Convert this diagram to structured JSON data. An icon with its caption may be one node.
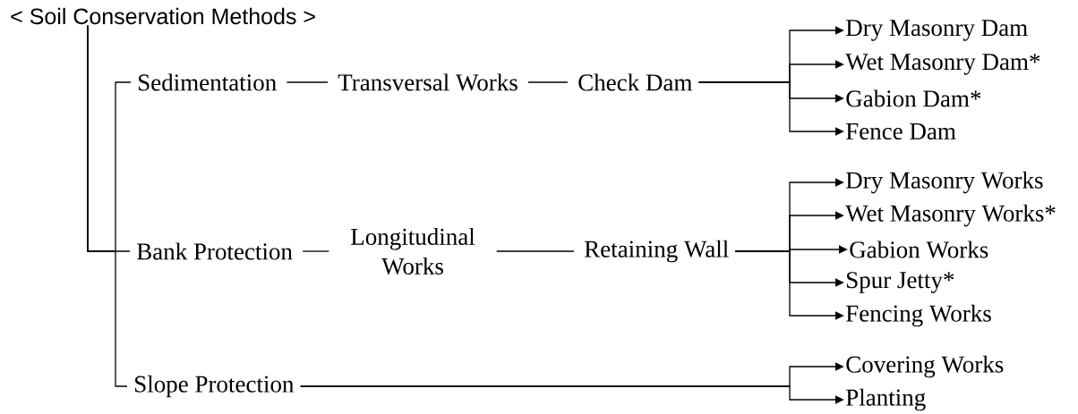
{
  "diagram": {
    "nodes": [
      {
        "text": [
          "< Soil Conservation Methods >"
        ]
      },
      {
        "text": [
          "Sedimentation"
        ]
      },
      {
        "text": [
          "Transversal Works"
        ]
      },
      {
        "text": [
          "Check Dam"
        ]
      },
      {
        "text": [
          "Dry Masonry Dam"
        ]
      },
      {
        "text": [
          "Wet Masonry Dam*"
        ]
      },
      {
        "text": [
          "Gabion Dam*"
        ]
      },
      {
        "text": [
          "Fence Dam"
        ]
      },
      {
        "text": [
          "Bank Protection"
        ]
      },
      {
        "text": [
          "Longitudinal Works"
        ]
      },
      {
        "text": [
          "Retaining Wall"
        ]
      },
      {
        "text": [
          "Dry Masonry Works"
        ]
      },
      {
        "text": [
          "Wet Masonry Works*"
        ]
      },
      {
        "text": [
          "Gabion Works"
        ]
      },
      {
        "text": [
          "Spur Jetty*"
        ]
      },
      {
        "text": [
          "Fencing Works"
        ]
      },
      {
        "text": [
          "Slope Protection"
        ]
      },
      {
        "text": [
          "Covering Works"
        ]
      },
      {
        "text": [
          "Planting"
        ]
      }
    ],
    "edges": [
      {
        "from": 0,
        "to": 1,
        "arrow": "none"
      },
      {
        "from": 0,
        "to": 8,
        "arrow": "none"
      },
      {
        "from": 0,
        "to": 16,
        "arrow": "none"
      },
      {
        "from": 1,
        "to": 2,
        "arrow": "none"
      },
      {
        "from": 2,
        "to": 3,
        "arrow": "none"
      },
      {
        "from": 3,
        "to": 4,
        "arrow": "to"
      },
      {
        "from": 3,
        "to": 5,
        "arrow": "to"
      },
      {
        "from": 3,
        "to": 6,
        "arrow": "to"
      },
      {
        "from": 3,
        "to": 7,
        "arrow": "to"
      },
      {
        "from": 8,
        "to": 9,
        "arrow": "none"
      },
      {
        "from": 9,
        "to": 10,
        "arrow": "none"
      },
      {
        "from": 10,
        "to": 11,
        "arrow": "to"
      },
      {
        "from": 10,
        "to": 12,
        "arrow": "to"
      },
      {
        "from": 10,
        "to": 13,
        "arrow": "to"
      },
      {
        "from": 10,
        "to": 14,
        "arrow": "to"
      },
      {
        "from": 10,
        "to": 15,
        "arrow": "to"
      },
      {
        "from": 16,
        "to": 17,
        "arrow": "to"
      },
      {
        "from": 16,
        "to": 18,
        "arrow": "to"
      }
    ]
  }
}
